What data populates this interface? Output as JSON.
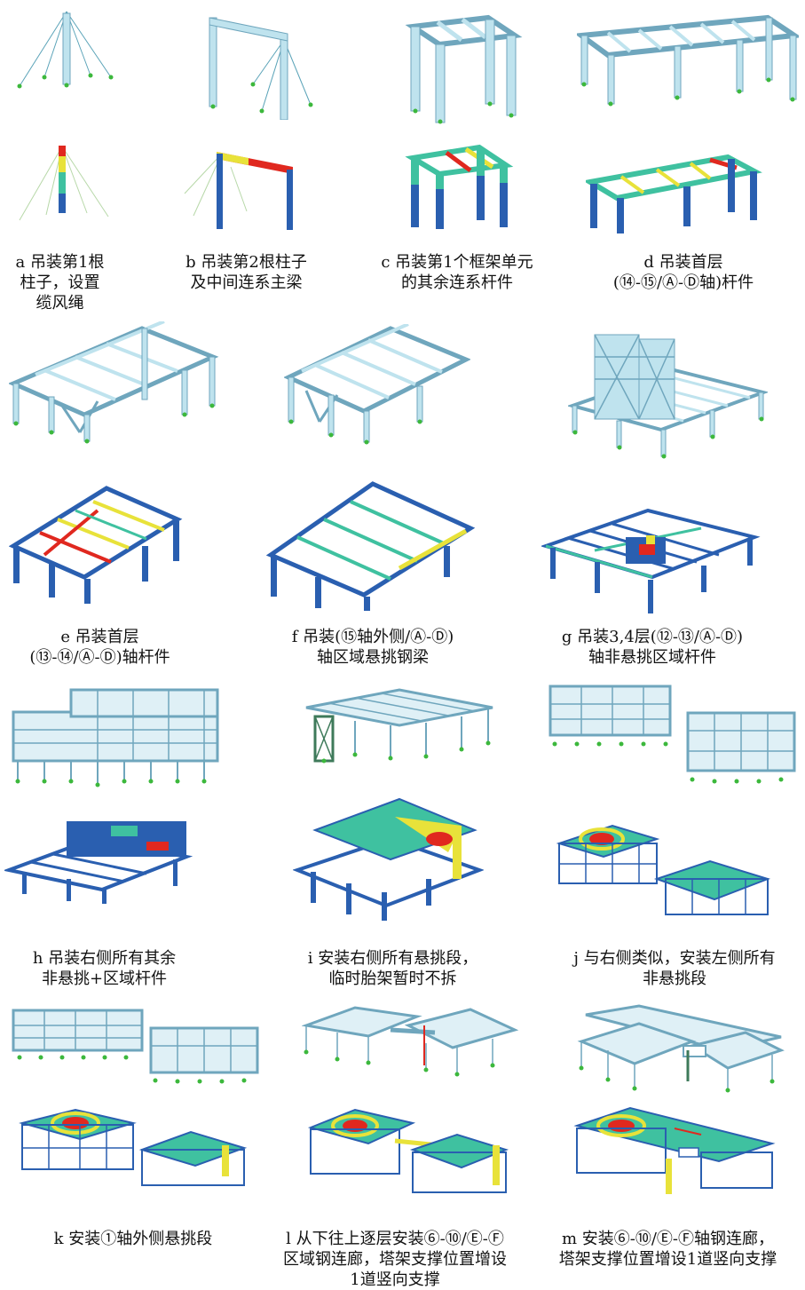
{
  "captions": {
    "a": [
      "a 吊装第1根",
      "柱子，设置",
      "缆风绳"
    ],
    "b": [
      "b 吊装第2根柱子",
      "及中间连系主梁"
    ],
    "c": [
      "c 吊装第1个框架单元",
      "的其余连系杆件"
    ],
    "d": [
      "d 吊装首层",
      "(⑭-⑮/Ⓐ-Ⓓ轴)杆件"
    ],
    "e": [
      "e 吊装首层",
      "(⑬-⑭/Ⓐ-Ⓓ)轴杆件"
    ],
    "f": [
      "f 吊装(⑮轴外侧/Ⓐ-Ⓓ)",
      "轴区域悬挑钢梁"
    ],
    "g": [
      "g 吊装3,4层(⑫-⑬/Ⓐ-Ⓓ)",
      "轴非悬挑区域杆件"
    ],
    "h": [
      "h 吊装右侧所有其余",
      "非悬挑+区域杆件"
    ],
    "i": [
      "i 安装右侧所有悬挑段，",
      "临时胎架暂时不拆"
    ],
    "j": [
      "j 与右侧类似，安装左侧所有",
      "非悬挑段"
    ],
    "k": [
      "k 安装①轴外侧悬挑段"
    ],
    "l": [
      "l 从下往上逐层安装⑥-⑩/Ⓔ-Ⓕ",
      "区域钢连廊，塔架支撑位置增设",
      "1道竖向支撑"
    ],
    "m": [
      "m 安装⑥-⑩/Ⓔ-Ⓕ轴钢连廊，",
      "塔架支撑位置增设1道竖向支撑"
    ]
  },
  "colors": {
    "model_steel": "#bfe3ee",
    "model_edge": "#6fa6bd",
    "support_node": "#3cb83c",
    "stress_low": "#2a5fb0",
    "stress_mid": "#3fc1a0",
    "stress_high_yellow": "#e8e23a",
    "stress_peak_red": "#e0281f"
  }
}
